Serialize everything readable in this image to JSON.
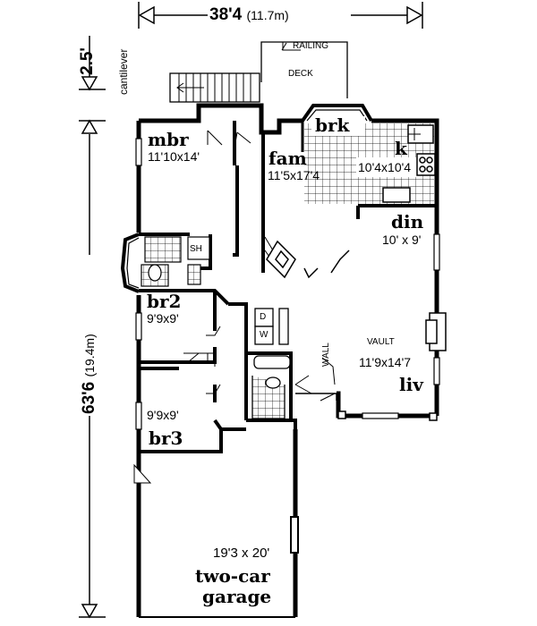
{
  "overall": {
    "width": "38'4",
    "width_metric": "(11.7m)",
    "depth": "63'6",
    "depth_metric": "(19.4m)",
    "cantilever": "2.5'",
    "cantilever_label": "cantilever"
  },
  "annotations": {
    "railing": "RAILING",
    "deck": "DECK",
    "vault": "VAULT",
    "wall": "WALL",
    "shower": "SH",
    "dryer": "D",
    "washer": "W"
  },
  "rooms": {
    "mbr": {
      "name": "mbr",
      "size": "11'10x14'"
    },
    "fam": {
      "name": "fam",
      "size": "11'5x17'4"
    },
    "brk": {
      "name": "brk"
    },
    "k": {
      "name": "k",
      "size": "10'4x10'4"
    },
    "din": {
      "name": "din",
      "size": "10' x 9'"
    },
    "br2": {
      "name": "br2",
      "size": "9'9x9'"
    },
    "liv": {
      "name": "liv",
      "size": "11'9x14'7"
    },
    "br3": {
      "name": "br3",
      "size": "9'9x9'"
    },
    "garage": {
      "name_line1": "two-car",
      "name_line2": "garage",
      "size": "19'3 x 20'"
    }
  },
  "colors": {
    "ink": "#000000",
    "paper": "#ffffff"
  }
}
